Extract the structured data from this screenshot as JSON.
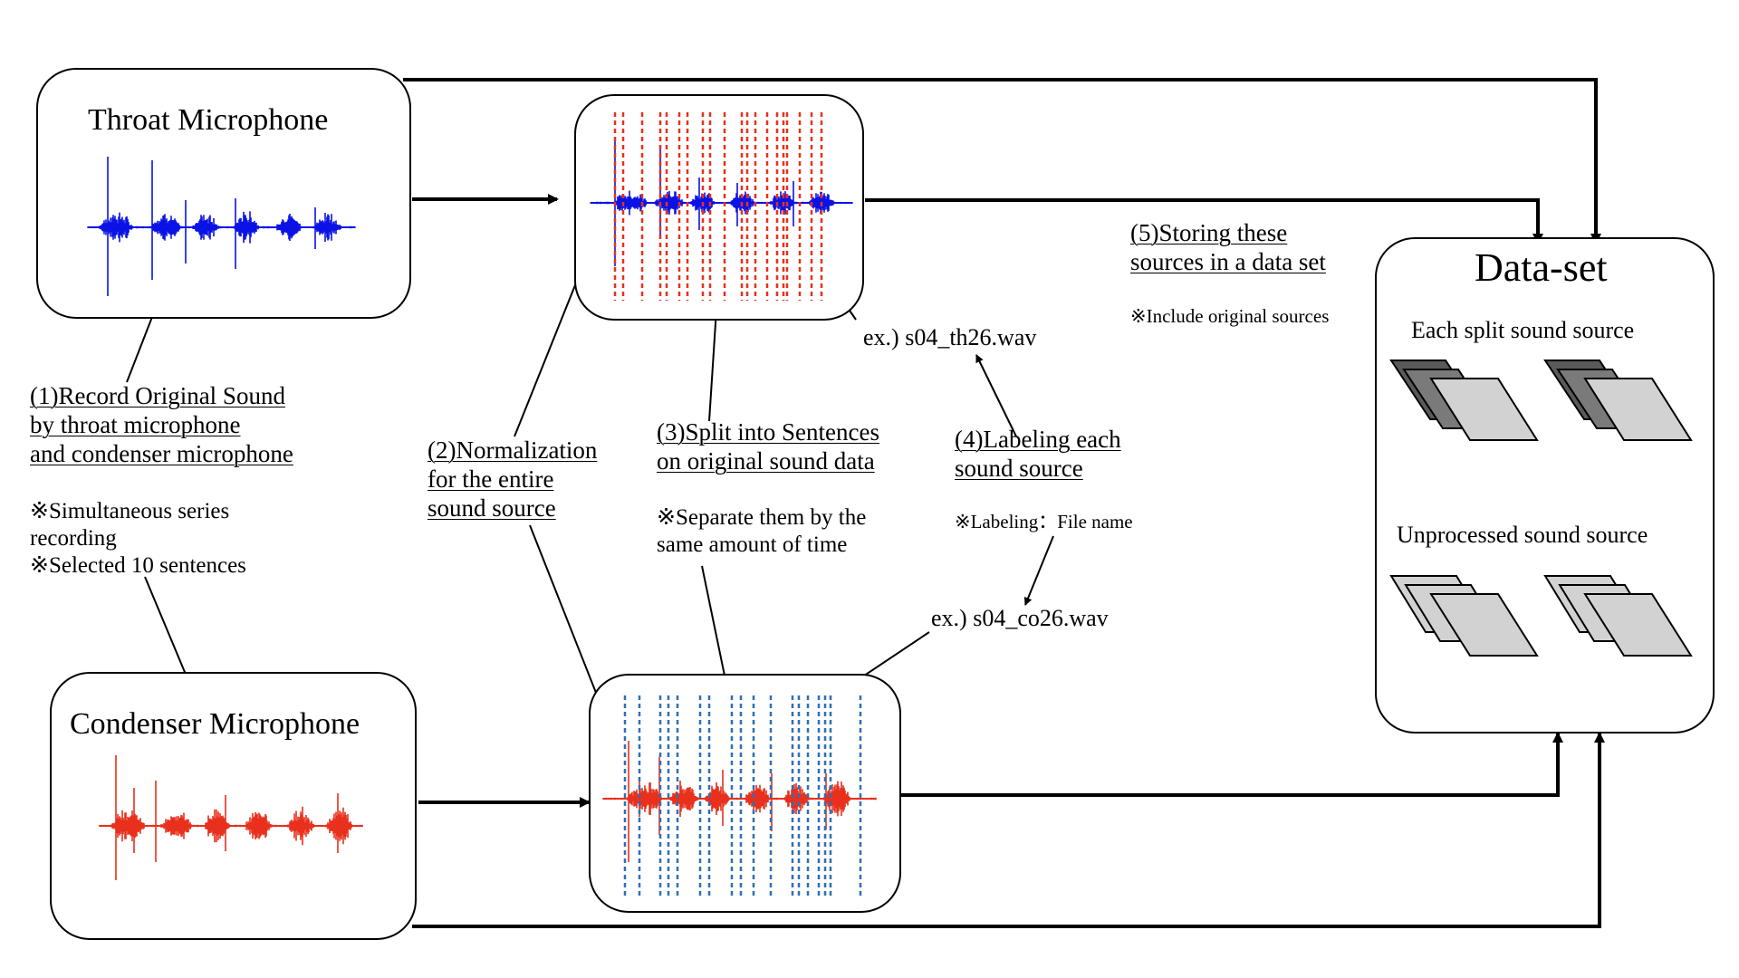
{
  "colors": {
    "throat": "#0a12e6",
    "condenser": "#e8301c",
    "split_red": "#e8301c",
    "split_blue": "#2f6fb6",
    "stack_dark": "#5a5a5a",
    "stack_light": "#d2d2d2"
  },
  "boxes": {
    "throat_title": "Throat Microphone",
    "condenser_title": "Condenser Microphone",
    "dataset_title": "Data-set",
    "dataset_split_label": "Each split sound source",
    "dataset_unprocessed_label": "Unprocessed sound source"
  },
  "steps": {
    "step1": [
      "(1)Record Original Sound",
      "by throat microphone",
      "and condenser microphone"
    ],
    "step1_notes": [
      "※Simultaneous series",
      "recording",
      "※Selected 10 sentences"
    ],
    "step2": [
      "(2)Normalization",
      "for the entire",
      "sound source"
    ],
    "step3": [
      "(3)Split into Sentences",
      "on original sound data"
    ],
    "step3_notes": [
      "※Separate them by the",
      "same amount of time"
    ],
    "step4": [
      "(4)Labeling each",
      "sound source"
    ],
    "step4_note": "※Labeling：File name",
    "step5": [
      "(5)Storing these",
      "sources in a data set"
    ],
    "step5_note": "※Include original sources"
  },
  "examples": {
    "throat_file": "ex.) s04_th26.wav",
    "condenser_file": "ex.) s04_co26.wav"
  },
  "icons": [
    "waveform-icon",
    "split-marker-icon",
    "document-stack-icon",
    "arrow-icon"
  ]
}
